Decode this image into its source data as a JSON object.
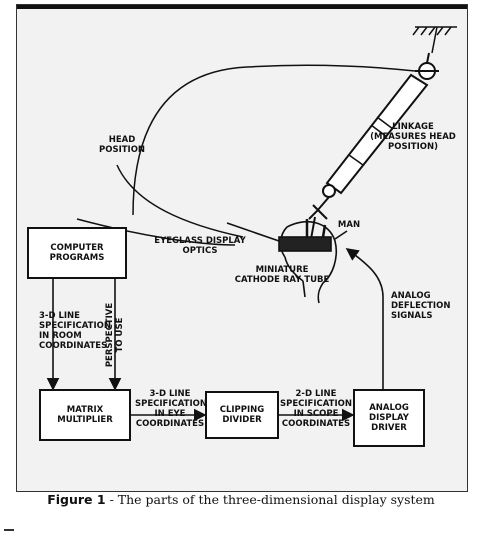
{
  "labels": {
    "head_position": "HEAD\nPOSITION",
    "linkage": "LINKAGE\n(MEASURES HEAD\nPOSITION)",
    "man": "MAN",
    "eyeglass": "EYEGLASS DISPLAY\nOPTICS",
    "crt": "MINIATURE\nCATHODE RAY TUBE",
    "analog_signals": "ANALOG\nDEFLECTION\nSIGNALS",
    "spec_room": "3-D LINE\nSPECIFICATION\nIN ROOM\nCOORDINATES",
    "perspective": "PERSPECTIVE\nTO USE",
    "spec_eye": "3-D LINE\nSPECIFICATION\nIN EYE\nCOORDINATES",
    "spec_scope": "2-D LINE\nSPECIFICATION\nIN SCOPE\nCOORDINATES"
  },
  "boxes": {
    "computer": "COMPUTER\nPROGRAMS",
    "matrix": "MATRIX\nMULTIPLIER",
    "clipping": "CLIPPING\nDIVIDER",
    "analog": "ANALOG\nDISPLAY\nDRIVER"
  },
  "caption": {
    "label": "Figure 1",
    "text": " - The parts of the three-dimensional display system"
  }
}
